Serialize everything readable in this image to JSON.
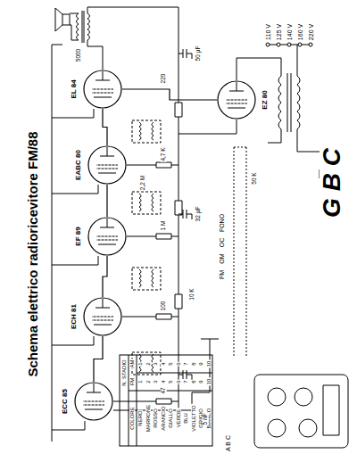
{
  "diagram": {
    "title": "Schema elettrico radioricevitore FM/88",
    "nodes": [
      {
        "text": [
          "ECC 85"
        ]
      },
      {
        "text": [
          "ECH 81"
        ]
      },
      {
        "text": [
          "EF 89"
        ]
      },
      {
        "text": [
          "EABC 80"
        ]
      },
      {
        "text": [
          "EL 84"
        ]
      },
      {
        "text": [
          "EZ 80"
        ]
      }
    ],
    "edges": [
      {
        "from": 0,
        "to": 1,
        "arrow": "none"
      },
      {
        "from": 1,
        "to": 2,
        "arrow": "none"
      },
      {
        "from": 2,
        "to": 3,
        "arrow": "none"
      },
      {
        "from": 3,
        "to": 4,
        "arrow": "none"
      },
      {
        "from": 5,
        "to": 4,
        "arrow": "none"
      }
    ],
    "labels": [
      "G B C",
      "110 V",
      "125 V",
      "140 V",
      "160 V",
      "220 V",
      "FONO",
      "OC",
      "OM",
      "FM",
      "A B C",
      "N. STADIO",
      "COLORE",
      "NERO",
      "MARRONE",
      "ROSSO",
      "ARANCIO",
      "GIALLO",
      "VERDE",
      "BLU",
      "VIOLETTO",
      "GRIGIO",
      "BIANCO",
      "FM",
      "AM",
      "1",
      "2",
      "3",
      "4",
      "5",
      "6",
      "7",
      "8",
      "9",
      "10",
      "1",
      "2",
      "3",
      "4",
      "5",
      "6",
      "7",
      "8",
      "9",
      "10",
      "47",
      "100",
      "1 M",
      "4,7 K",
      "220",
      "50 K",
      "10 K",
      "5 nF",
      "32 µF",
      "50 µF",
      "5000",
      "2,2 M"
    ]
  }
}
